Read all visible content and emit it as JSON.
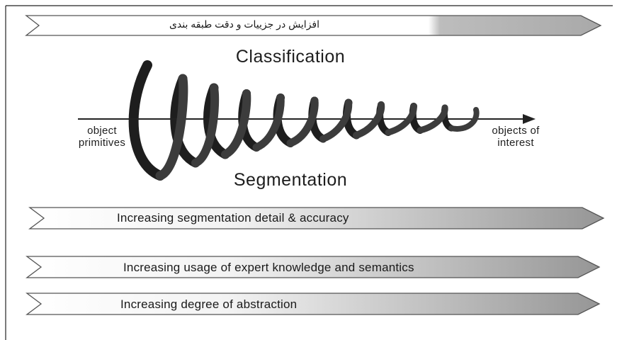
{
  "header_arrow": {
    "text": "افزایش در جزییات و دقت طبقه بندی"
  },
  "diagram": {
    "top_label": "Classification",
    "bottom_label": "Segmentation",
    "left_label_line1": "object",
    "left_label_line2": "primitives",
    "right_label_line1": "objects of",
    "right_label_line2": "interest",
    "helix_loops": 10
  },
  "arrows": [
    {
      "text": "Increasing segmentation detail & accuracy"
    },
    {
      "text": "Increasing usage of expert knowledge and semantics"
    },
    {
      "text": "Increasing degree of abstraction"
    }
  ],
  "colors": {
    "arrow_light": "#ffffff",
    "arrow_dark": "#9c9c9c",
    "helix_front": "#3c3c3c",
    "helix_back": "#1e1e1e",
    "outline": "#555555"
  }
}
